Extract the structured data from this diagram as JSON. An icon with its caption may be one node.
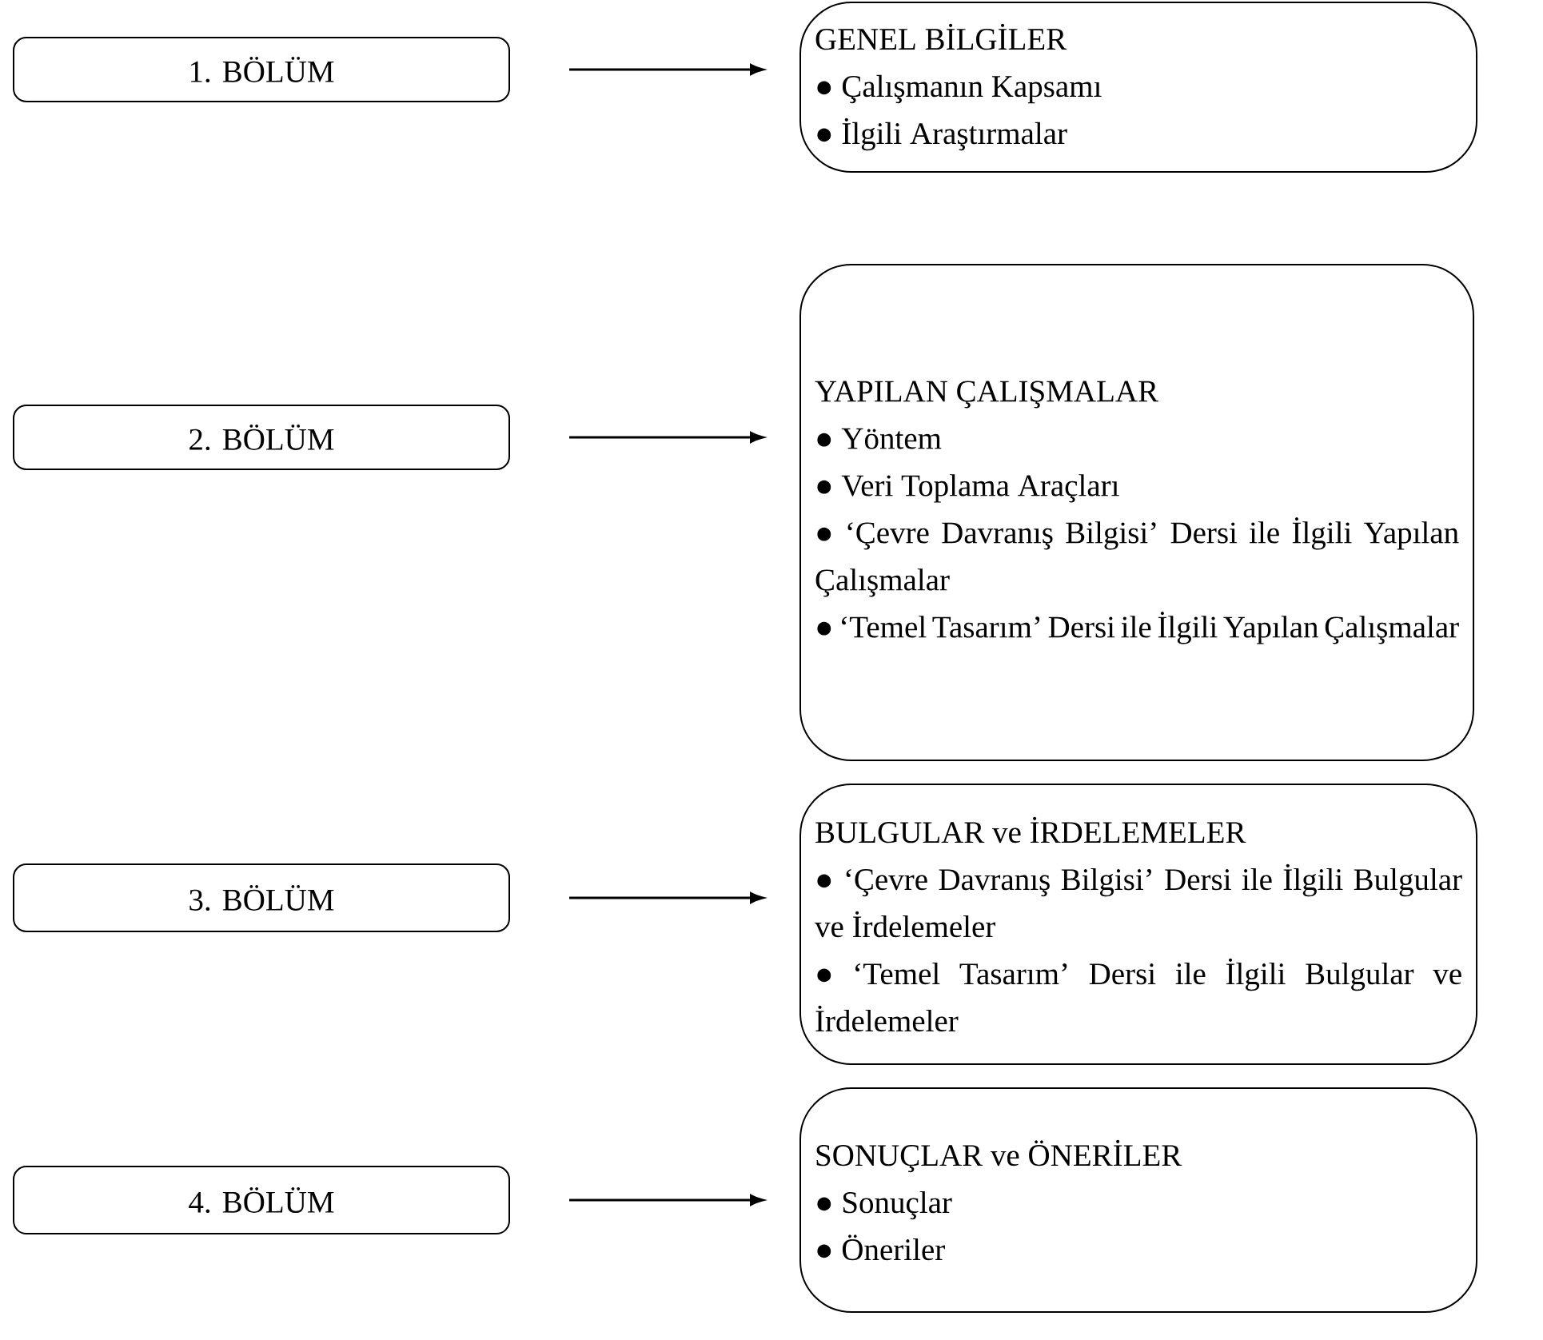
{
  "diagram": {
    "nodes": [
      {
        "text": [
          "1.  BÖLÜM"
        ]
      },
      {
        "text": [
          "GENEL BİLGİLER",
          "● Çalışmanın Kapsamı",
          "● İlgili Araştırmalar"
        ]
      },
      {
        "text": [
          "2.  BÖLÜM"
        ]
      },
      {
        "text": [
          "YAPILAN ÇALIŞMALAR",
          "● Yöntem",
          "● Veri Toplama Araçları",
          "● ‘Çevre Davranış Bilgisi’ Dersi ile İlgili Yapılan Çalışmalar",
          "● ‘Temel Tasarım’ Dersi ile İlgili Yapılan Çalışmalar"
        ]
      },
      {
        "text": [
          "3.  BÖLÜM"
        ]
      },
      {
        "text": [
          "BULGULAR ve İRDELEMELER",
          "● ‘Çevre Davranış Bilgisi’ Dersi ile İlgili Bulgular ve İrdelemeler",
          "● ‘Temel Tasarım’ Dersi ile İlgili Bulgular ve İrdelemeler"
        ]
      },
      {
        "text": [
          "4.  BÖLÜM"
        ]
      },
      {
        "text": [
          "SONUÇLAR ve ÖNERİLER",
          "● Sonuçlar",
          "● Öneriler"
        ]
      }
    ],
    "edges": [
      {
        "from": 0,
        "to": 1,
        "arrow": "to"
      },
      {
        "from": 2,
        "to": 3,
        "arrow": "to"
      },
      {
        "from": 4,
        "to": 5,
        "arrow": "to"
      },
      {
        "from": 6,
        "to": 7,
        "arrow": "to"
      }
    ]
  }
}
